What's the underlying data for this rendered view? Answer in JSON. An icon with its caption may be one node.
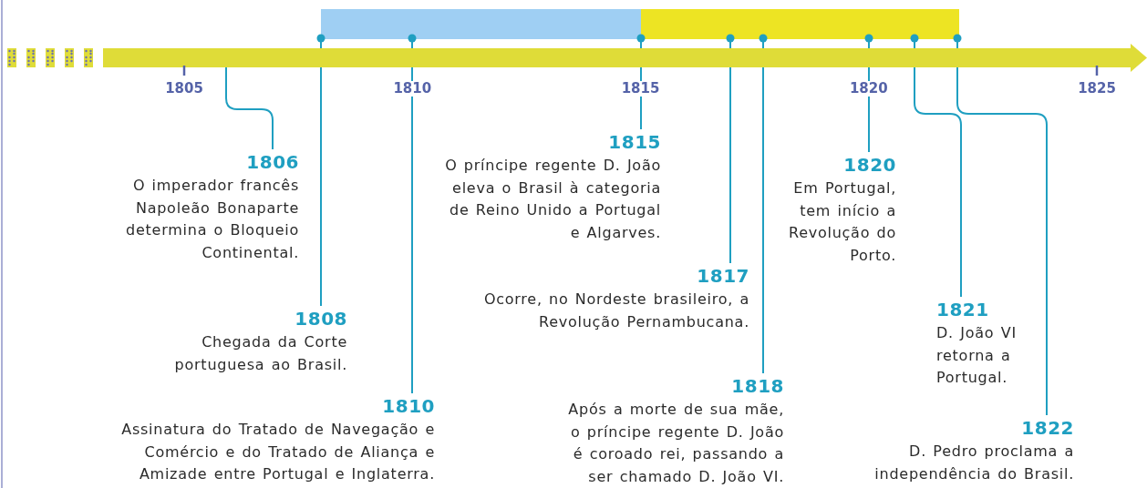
{
  "diagram": {
    "nodes": [
      {
        "text": [
          "1806",
          "O imperador francês Napoleão Bonaparte determina o Bloqueio Continental."
        ]
      },
      {
        "text": [
          "1808",
          "Chegada da Corte portuguesa ao Brasil."
        ]
      },
      {
        "text": [
          "1810",
          "Assinatura do Tratado de Navegação e Comércio e do Tratado de Aliança e Amizade entre Portugal e Inglaterra."
        ]
      },
      {
        "text": [
          "1815",
          "O príncipe regente D. João eleva o Brasil à categoria de Reino Unido a Portugal e Algarves."
        ]
      },
      {
        "text": [
          "1817",
          "Ocorre, no Nordeste brasileiro, a Revolução Pernambucana."
        ]
      },
      {
        "text": [
          "1818",
          "Após a morte de sua mãe, o príncipe regente D. João é coroado rei, passando a ser chamado D. João VI."
        ]
      },
      {
        "text": [
          "1820",
          "Em Portugal, tem início a Revolução do Porto."
        ]
      },
      {
        "text": [
          "1821",
          "D. João VI retorna a Portugal."
        ]
      },
      {
        "text": [
          "1822",
          "D. Pedro proclama a independência do Brasil."
        ]
      },
      {
        "text": [],
        "shape": "bar"
      },
      {
        "text": [],
        "shape": "bar"
      },
      {
        "text": [],
        "shape": "arrow"
      }
    ],
    "edges": [
      {
        "from": 0,
        "to": 11,
        "arrow": "none"
      },
      {
        "from": 1,
        "to": 9,
        "arrow": "other"
      },
      {
        "from": 2,
        "to": 9,
        "arrow": "other"
      },
      {
        "from": 3,
        "to": 10,
        "arrow": "other"
      },
      {
        "from": 4,
        "to": 10,
        "arrow": "other"
      },
      {
        "from": 5,
        "to": 10,
        "arrow": "other"
      },
      {
        "from": 6,
        "to": 10,
        "arrow": "other"
      },
      {
        "from": 7,
        "to": 10,
        "arrow": "other"
      },
      {
        "from": 8,
        "to": 10,
        "arrow": "other"
      }
    ],
    "labels": [
      "1805",
      "1810",
      "1815",
      "1820",
      "1825"
    ]
  }
}
